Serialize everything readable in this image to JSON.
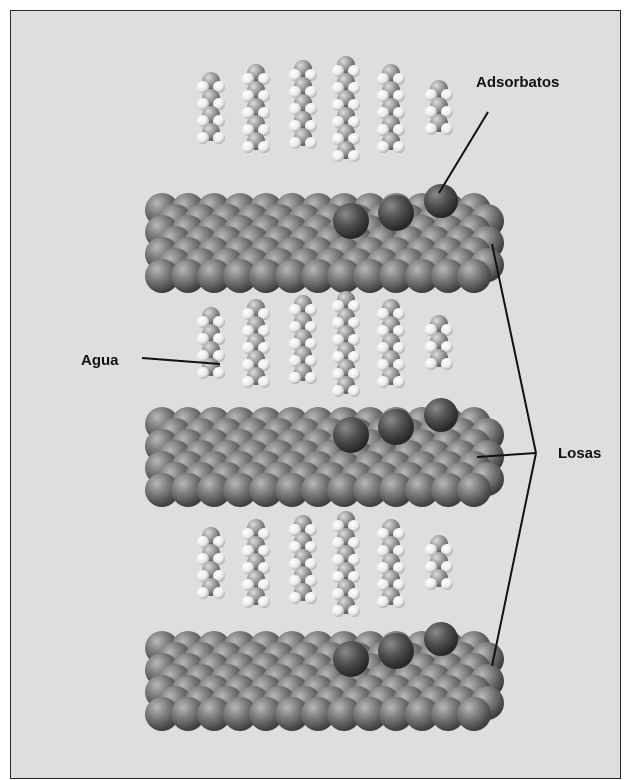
{
  "labels": {
    "adsorbates": "Adsorbatos",
    "water": "Agua",
    "slabs": "Losas"
  },
  "structure": {
    "slab_count": 3,
    "atom_colors": {
      "slab_atom": "#7a7a7a",
      "slab_atom_dark": "#4d4d4d",
      "adsorbate_atom": "#555555",
      "water_oxygen": "#9a9a9a",
      "water_hydrogen": "#f4f4f4"
    }
  }
}
